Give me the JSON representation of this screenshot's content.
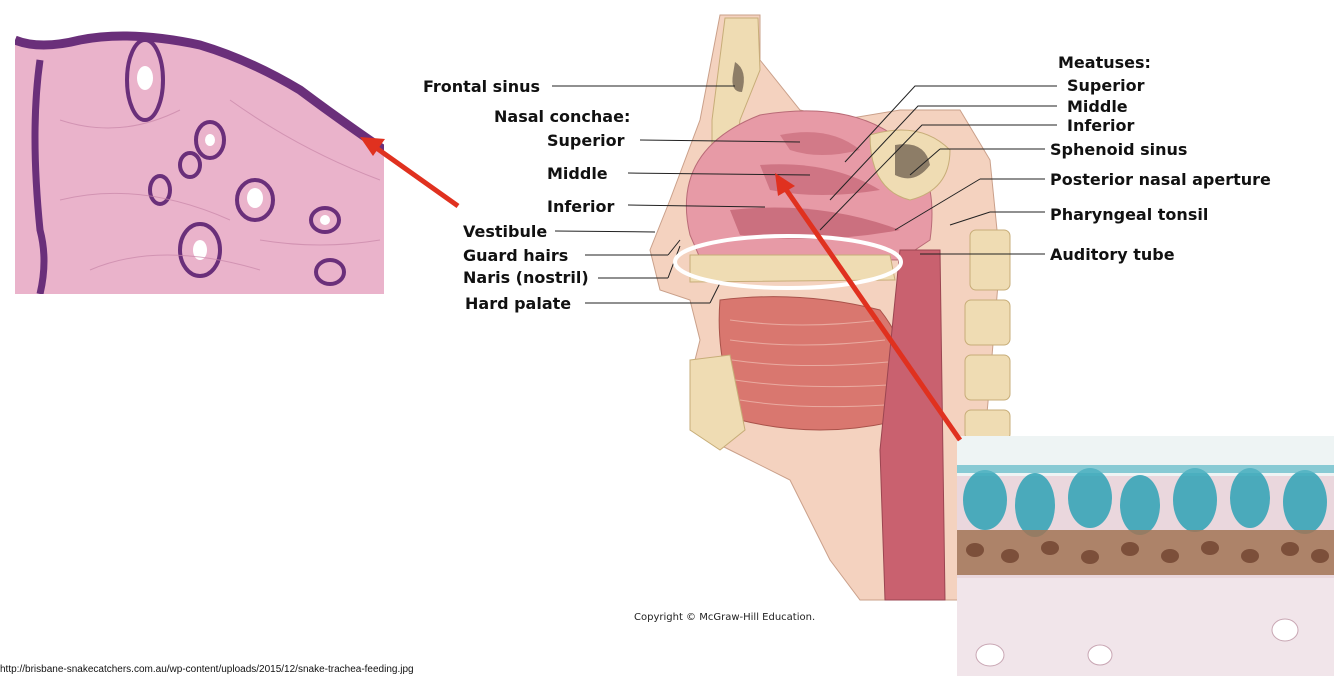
{
  "labels": {
    "frontal_sinus": "Frontal sinus",
    "nasal_conchae": "Nasal conchae:",
    "conchae_superior": "Superior",
    "conchae_middle": "Middle",
    "conchae_inferior": "Inferior",
    "vestibule": "Vestibule",
    "guard_hairs": "Guard hairs",
    "naris": "Naris (nostril)",
    "hard_palate": "Hard palate",
    "meatuses": "Meatuses:",
    "meatus_superior": "Superior",
    "meatus_middle": "Middle",
    "meatus_inferior": "Inferior",
    "sphenoid_sinus": "Sphenoid sinus",
    "posterior_nasal_aperture": "Posterior nasal aperture",
    "pharyngeal_tonsil": "Pharyngeal tonsil",
    "auditory_tube": "Auditory tube"
  },
  "copyright": "Copyright © McGraw-Hill Education.",
  "source_url": "http://brisbane-snakecatchers.com.au/wp-content/uploads/2015/12/snake-trachea-feeding.jpg",
  "colors": {
    "arrow": "#e0311f",
    "skin_histology": "#e9a9c6",
    "epithelium_stain": "#2fa3b6",
    "mucosa": "#e79aa6",
    "bone": "#efdcb3"
  }
}
